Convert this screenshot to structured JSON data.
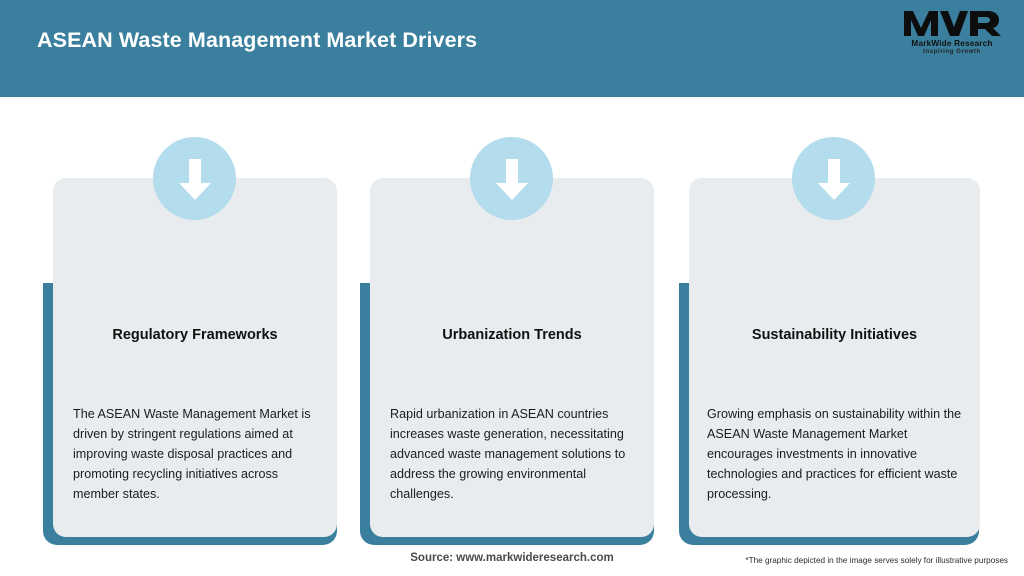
{
  "header": {
    "title": "ASEAN Waste Management Market Drivers",
    "background_color": "#3a7f9d",
    "title_color": "#ffffff"
  },
  "logo": {
    "mark": "MWR",
    "name": "MarkWide Research",
    "tagline": "Inspiring Growth"
  },
  "cards": [
    {
      "icon": "arrow-down-icon",
      "title": "Regulatory Frameworks",
      "body": "The ASEAN Waste Management Market is driven by stringent regulations aimed at improving waste disposal practices and promoting recycling initiatives across member states."
    },
    {
      "icon": "arrow-down-icon",
      "title": "Urbanization Trends",
      "body": "Rapid urbanization in ASEAN countries increases waste generation, necessitating advanced waste management solutions to address the growing environmental challenges."
    },
    {
      "icon": "arrow-down-icon",
      "title": "Sustainability Initiatives",
      "body": "Growing emphasis on sustainability within the ASEAN Waste Management Market encourages investments in innovative technologies and practices for efficient waste processing."
    }
  ],
  "footer": {
    "source": "Source: www.markwideresearch.com",
    "disclaimer": "*The graphic depicted in the image serves solely for illustrative purposes"
  },
  "colors": {
    "accent_teal": "#3a7f9d",
    "card_background": "#e8ecee",
    "icon_circle": "#b3dcec",
    "arrow": "#ffffff"
  }
}
